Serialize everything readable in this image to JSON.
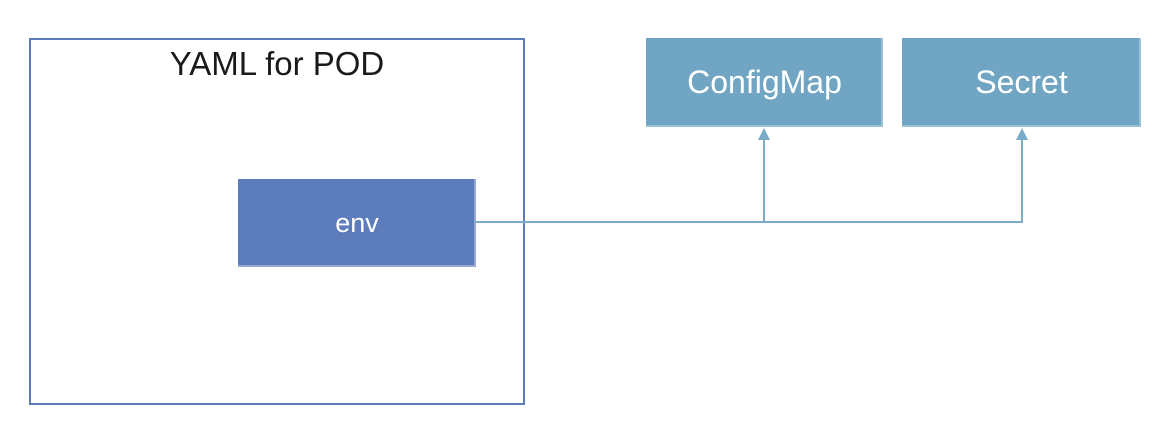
{
  "diagram": {
    "pod_box": {
      "title": "YAML for POD"
    },
    "env_box": {
      "label": "env"
    },
    "configmap_box": {
      "label": "ConfigMap"
    },
    "secret_box": {
      "label": "Secret"
    },
    "connections": [
      {
        "from": "env",
        "to": "ConfigMap",
        "style": "elbow-arrow"
      },
      {
        "from": "env",
        "to": "Secret",
        "style": "elbow-arrow"
      }
    ]
  },
  "colors": {
    "pod_border": "#5B7CB8",
    "env_fill": "#5C7CBC",
    "resource_fill": "#70A6C3",
    "connector": "#7AABC8",
    "title_text": "#1A1A1A",
    "box_text": "#FFFFFF"
  }
}
